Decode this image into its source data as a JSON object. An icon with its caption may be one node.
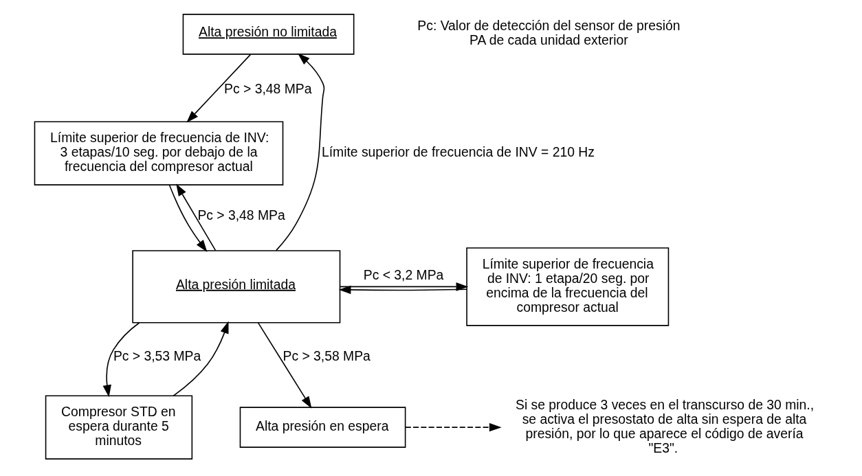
{
  "diagram": {
    "nodes": [
      {
        "text": [
          "Alta presión no limitada"
        ]
      },
      {
        "text": [
          "Límite superior de frecuencia de INV: 3 etapas/10 seg. por debajo de la frecuencia del compresor actual"
        ]
      },
      {
        "text": [
          "Alta presión limitada"
        ]
      },
      {
        "text": [
          "Límite superior de frecuencia de INV: 1 etapa/20 seg. por encima de la frecuencia del compresor actual"
        ]
      },
      {
        "text": [
          "Compresor STD en espera durante 5 minutos"
        ]
      },
      {
        "text": [
          "Alta presión en espera"
        ]
      },
      {
        "text": [
          "Si se produce 3 veces en el transcurso de 30 min., se activa el presostato de alta sin espera de alta presión, por lo que aparece el código de avería \"E3\"."
        ]
      }
    ],
    "edges": [
      {
        "from": 0,
        "to": 1,
        "arrow": "to",
        "label": "Pc > 3,48 MPa"
      },
      {
        "from": 1,
        "to": 2,
        "arrow": "to"
      },
      {
        "from": 2,
        "to": 0,
        "arrow": "to",
        "label": "Límite superior de frecuencia de INV = 210 Hz"
      },
      {
        "from": 2,
        "to": 1,
        "arrow": "to",
        "label": "Pc > 3,48 MPa"
      },
      {
        "from": 2,
        "to": 3,
        "arrow": "to",
        "label": "Pc < 3,2 MPa"
      },
      {
        "from": 3,
        "to": 2,
        "arrow": "to"
      },
      {
        "from": 2,
        "to": 4,
        "arrow": "to",
        "label": "Pc > 3,53 MPa"
      },
      {
        "from": 4,
        "to": 2,
        "arrow": "to"
      },
      {
        "from": 2,
        "to": 5,
        "arrow": "to",
        "label": "Pc > 3,58 MPa"
      },
      {
        "from": 5,
        "to": 6,
        "arrow": "to",
        "style": "dashed"
      }
    ],
    "labels": [
      "Pc: Valor de detección del sensor de presión PA de cada unidad exterior"
    ]
  }
}
